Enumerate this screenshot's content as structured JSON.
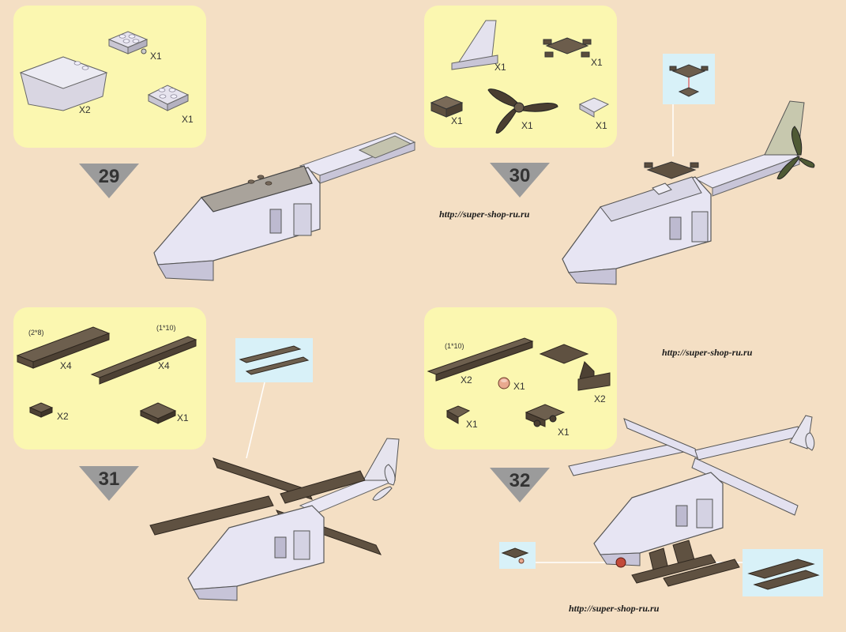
{
  "steps": [
    {
      "number": "29",
      "parts": [
        {
          "qty": "X1"
        },
        {
          "qty": "X2"
        },
        {
          "qty": "X1"
        }
      ]
    },
    {
      "number": "30",
      "parts": [
        {
          "qty": "X1"
        },
        {
          "qty": "X1"
        },
        {
          "qty": "X1"
        },
        {
          "qty": "X1"
        },
        {
          "qty": "X1"
        }
      ]
    },
    {
      "number": "31",
      "parts": [
        {
          "dim": "(2*8)",
          "qty": "X4"
        },
        {
          "dim": "(1*10)",
          "qty": "X4"
        },
        {
          "qty": "X2"
        },
        {
          "qty": "X1"
        }
      ]
    },
    {
      "number": "32",
      "parts": [
        {
          "dim": "(1*10)",
          "qty": "X2"
        },
        {
          "qty": "X1"
        },
        {
          "qty": "X2"
        },
        {
          "qty": "X1"
        },
        {
          "qty": "X1"
        }
      ]
    }
  ],
  "watermarks": [
    "http://super-shop-ru.ru",
    "http://super-shop-ru.ru",
    "http://super-shop-ru.ru"
  ],
  "colors": {
    "background": "#f4dfc4",
    "panel": "#fbf7b0",
    "callout": "#d8f1f8",
    "dark_brick": "#5e5040",
    "light_brick": "#e6e3f2",
    "arrow": "#9b9b9b"
  }
}
